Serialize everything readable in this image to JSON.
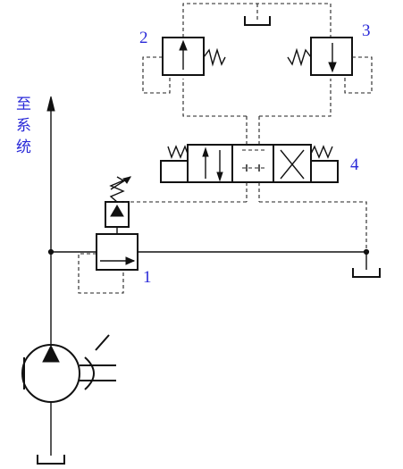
{
  "colors": {
    "label": "#2a2ad8",
    "line": "#111111"
  },
  "labels": {
    "system": [
      "至",
      "系",
      "统"
    ],
    "relief_valve": "1",
    "valve_left": "2",
    "valve_right": "3",
    "directional_valve": "4"
  },
  "icons": {
    "pump": "hydraulic-pump-icon",
    "tank": "tank-icon",
    "spring": "spring-icon"
  }
}
